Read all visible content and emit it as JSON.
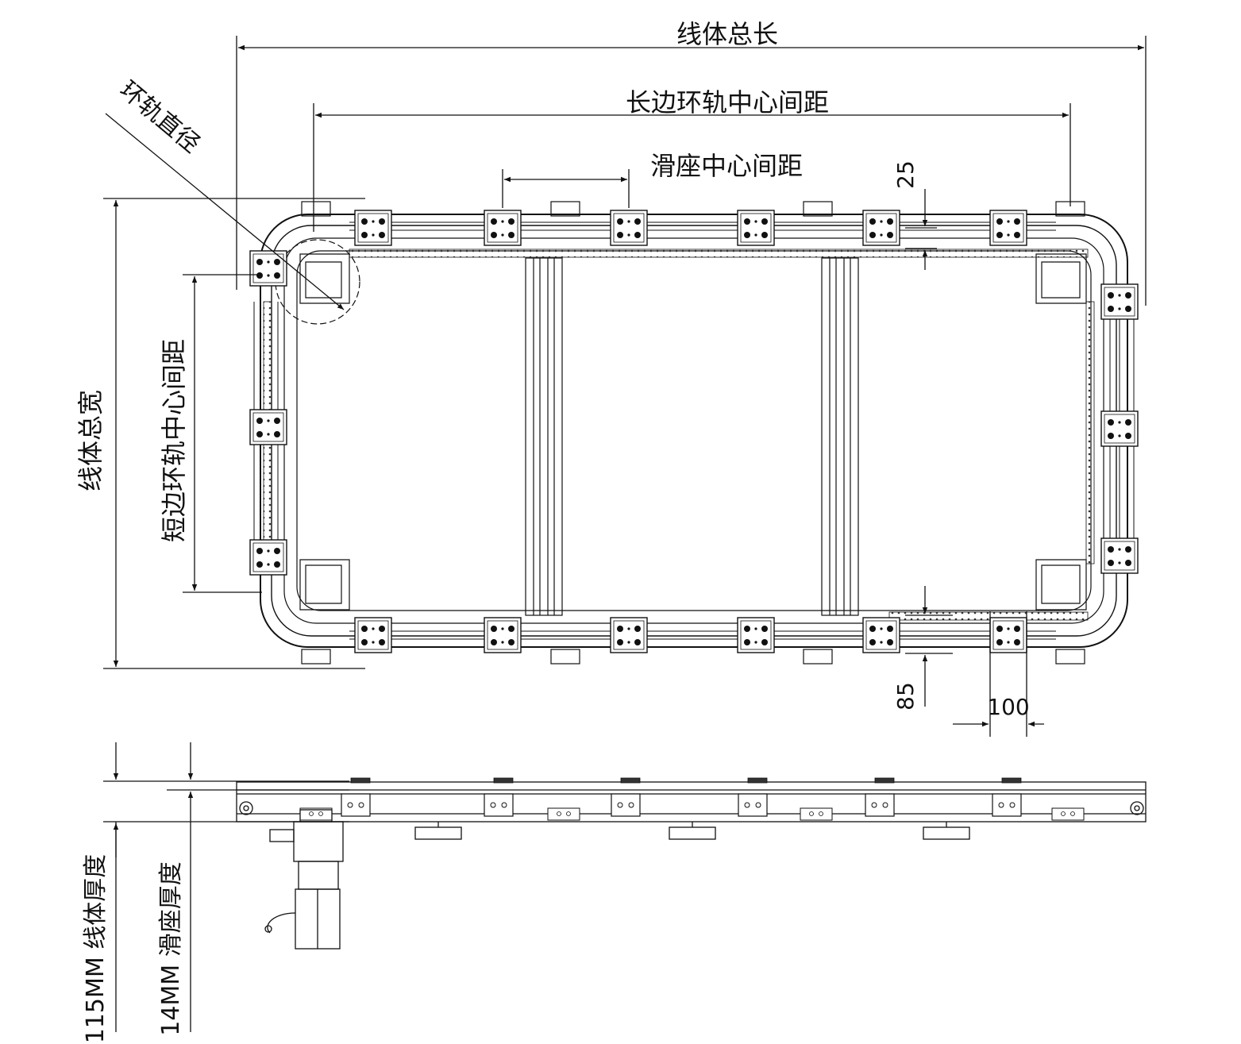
{
  "labels": {
    "total_length": "线体总长",
    "long_side_center_distance": "长边环轨中心间距",
    "slider_center_distance": "滑座中心间距",
    "ring_diameter": "环轨直径",
    "total_width": "线体总宽",
    "short_side_center_distance": "短边环轨中心间距",
    "dim_25": "25",
    "dim_85": "85",
    "dim_100": "100",
    "line_thickness": "115MM 线体厚度",
    "slider_thickness": "14MM 滑座厚度"
  }
}
